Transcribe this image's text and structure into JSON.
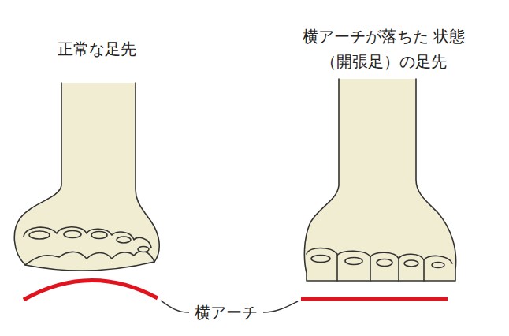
{
  "diagram": {
    "labels": [
      "正常な足先",
      "横アーチが落ちた 状態（開張足）の足先",
      "横アーチ"
    ]
  }
}
